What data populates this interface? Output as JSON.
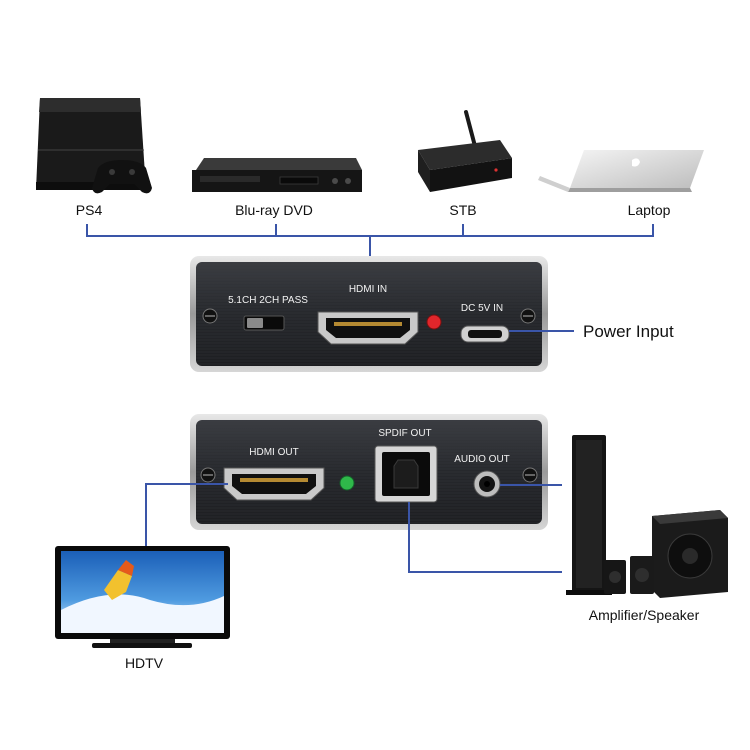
{
  "sources": {
    "ps4": "PS4",
    "bluray": "Blu-ray DVD",
    "stb": "STB",
    "laptop": "Laptop"
  },
  "input_panel": {
    "pass_switch": "5.1CH 2CH PASS",
    "hdmi_in": "HDMI IN",
    "dc_in": "DC 5V IN",
    "power_label": "Power Input"
  },
  "output_panel": {
    "hdmi_out": "HDMI OUT",
    "spdif_out": "SPDIF OUT",
    "audio_out": "AUDIO OUT"
  },
  "outputs": {
    "hdtv": "HDTV",
    "speaker": "Amplifier/Speaker"
  },
  "colors": {
    "connector_line": "#3a55a8",
    "panel": "#2b2d31",
    "led_red": "#e0262b",
    "led_green": "#2fb84a"
  }
}
